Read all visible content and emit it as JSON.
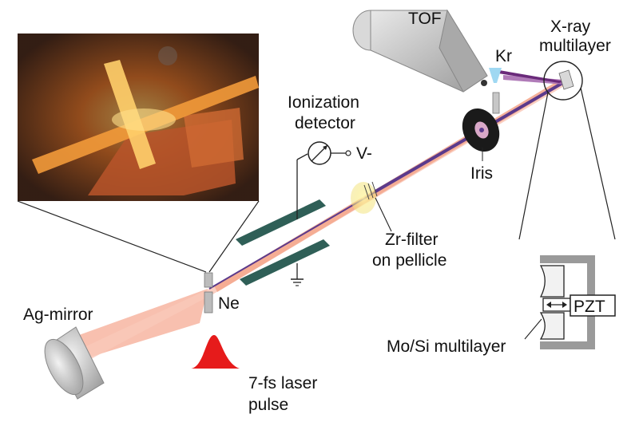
{
  "labels": {
    "tof": "TOF",
    "kr": "Kr",
    "xray_line1": "X-ray",
    "xray_line2": "multilayer",
    "ionization_line1": "Ionization",
    "ionization_line2": "detector",
    "voltage": "V-",
    "iris": "Iris",
    "zr_line1": "Zr-filter",
    "zr_line2": "on pellicle",
    "ne": "Ne",
    "ag_mirror": "Ag-mirror",
    "pzt": "PZT",
    "mosi": "Mo/Si multilayer",
    "laser_line1": "7-fs laser",
    "laser_line2": "pulse"
  },
  "colors": {
    "laser_beam": "#f7b9a6",
    "xray_beam": "#5b3a8c",
    "detector_plates": "#2f5f57",
    "filter_glow": "#f4ec88",
    "pulse": "#e61b1b",
    "metal": "#c8c8c8",
    "photo_glow": "#f08a2a"
  }
}
